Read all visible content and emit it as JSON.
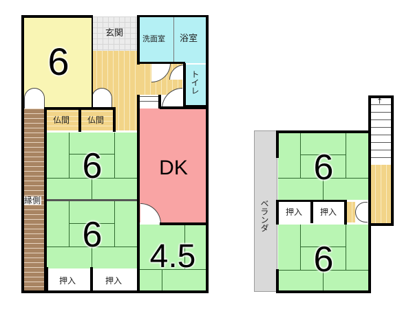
{
  "floor1": {
    "rooms": {
      "western_6": {
        "label": "6",
        "type": "yellow"
      },
      "genkan": {
        "label": "玄関"
      },
      "washroom": {
        "label": "洗面室"
      },
      "bathroom": {
        "label": "浴室"
      },
      "toilet": {
        "label": "トイレ"
      },
      "butsuma_1": {
        "label": "仏間"
      },
      "butsuma_2": {
        "label": "仏間"
      },
      "washitsu_upper": {
        "label": "6"
      },
      "washitsu_lower": {
        "label": "6"
      },
      "dk": {
        "label": "DK"
      },
      "washitsu_45": {
        "label": "4.5"
      },
      "engawa": {
        "label": "縁側"
      },
      "oshiire_1": {
        "label": "押入"
      },
      "oshiire_2": {
        "label": "押入"
      }
    }
  },
  "floor2": {
    "rooms": {
      "washitsu_upper": {
        "label": "6"
      },
      "washitsu_lower": {
        "label": "6"
      },
      "oshiire_1": {
        "label": "押入"
      },
      "oshiire_2": {
        "label": "押入"
      },
      "veranda": {
        "label": "ベランダ"
      }
    }
  },
  "colors": {
    "western": "#f9f5b4",
    "tatami": "#b9f5b3",
    "wet_area": "#b4f0f4",
    "dk": "#f9a4a4",
    "wood_floor": "#f2d488",
    "engawa": "#a88462",
    "veranda": "#d9d9d9",
    "wall": "#000000"
  }
}
